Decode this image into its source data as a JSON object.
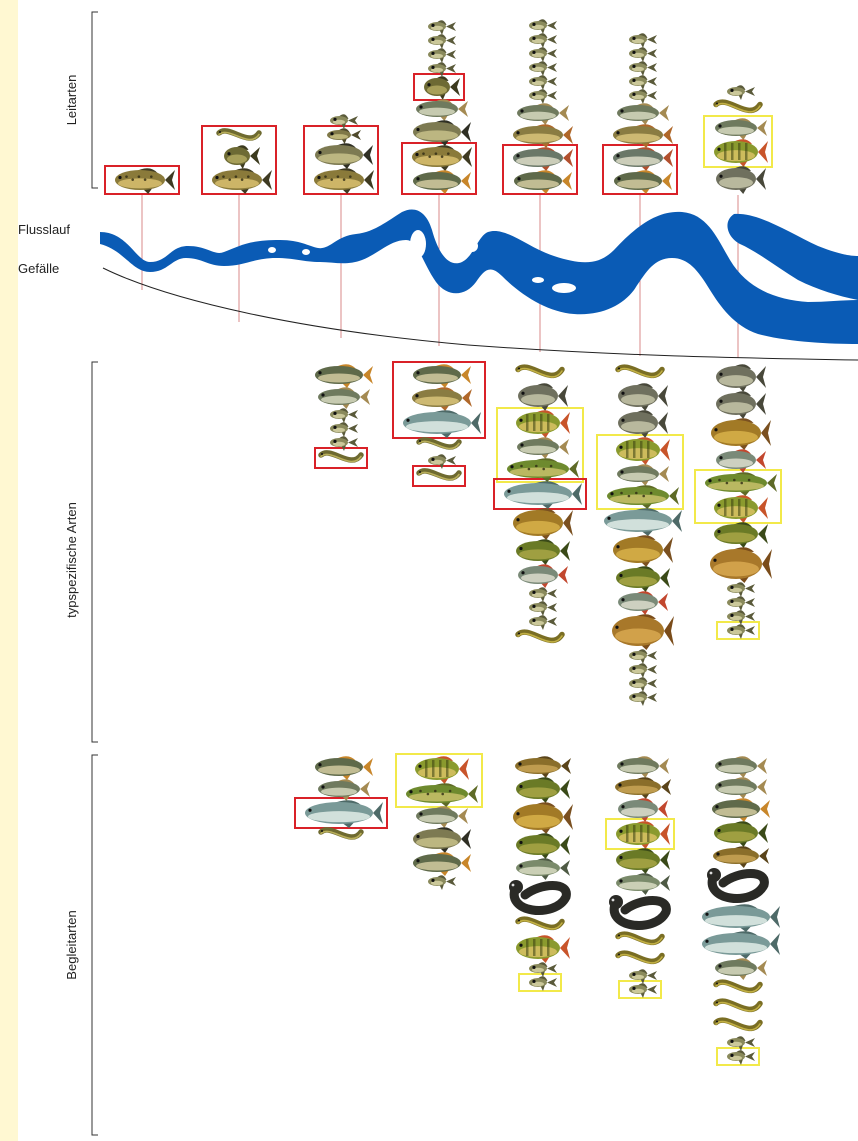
{
  "labels": {
    "leitarten": "Leitarten",
    "flusslauf": "Flusslauf",
    "gefaelle": "Gefälle",
    "typspezifisch": "typspezifische Arten",
    "begleitarten": "Begleitarten"
  },
  "colors": {
    "background": "#fff8d2",
    "panel": "#ffffff",
    "river": "#0a5bb5",
    "red_box": "#d92128",
    "yellow_box": "#f2e94a",
    "guide_line": "#d98a8a"
  },
  "zones": [
    {
      "zone": 1,
      "leitarten": [
        "brown-trout"
      ],
      "leitarten_boxes": [
        {
          "color": "red",
          "fish": [
            0
          ]
        }
      ],
      "typspezifisch": [],
      "typspezifisch_boxes": [],
      "begleitarten": [],
      "begleitarten_boxes": []
    },
    {
      "zone": 2,
      "leitarten": [
        "lamprey",
        "bullhead",
        "brown-trout"
      ],
      "leitarten_boxes": [
        {
          "color": "red",
          "fish": [
            0,
            1,
            2
          ]
        }
      ],
      "typspezifisch": [],
      "typspezifisch_boxes": [],
      "begleitarten": [],
      "begleitarten_boxes": []
    },
    {
      "zone": 3,
      "leitarten": [
        "minnow",
        "loach",
        "grayling",
        "brown-trout"
      ],
      "leitarten_boxes": [
        {
          "color": "red",
          "fish": [
            1,
            2,
            3
          ]
        }
      ],
      "typspezifisch": [
        "chub",
        "dace",
        "minnow",
        "minnow",
        "minnow",
        "lamprey"
      ],
      "typspezifisch_boxes": [
        {
          "color": "red",
          "fish": [
            5
          ]
        }
      ],
      "begleitarten": [
        "chub",
        "dace",
        "salmon",
        "lamprey"
      ],
      "begleitarten_boxes": [
        {
          "color": "red",
          "fish": [
            2
          ]
        }
      ]
    },
    {
      "zone": 4,
      "leitarten": [
        "minnow",
        "minnow",
        "minnow",
        "minnow",
        "bullhead",
        "dace",
        "grayling",
        "brown-trout",
        "chub"
      ],
      "leitarten_boxes": [
        {
          "color": "red",
          "fish": [
            4
          ]
        },
        {
          "color": "red",
          "fish": [
            7,
            8
          ]
        }
      ],
      "typspezifisch": [
        "chub",
        "barbel",
        "salmon",
        "lamprey",
        "minnow",
        "lamprey"
      ],
      "typspezifisch_boxes": [
        {
          "color": "red",
          "fish": [
            0,
            1,
            2
          ]
        },
        {
          "color": "red",
          "fish": [
            5
          ]
        }
      ],
      "begleitarten": [
        "perch",
        "pike",
        "dace",
        "grayling",
        "chub",
        "minnow"
      ],
      "begleitarten_boxes": [
        {
          "color": "yellow",
          "fish": [
            0,
            1
          ]
        }
      ]
    },
    {
      "zone": 5,
      "leitarten": [
        "minnow",
        "minnow",
        "minnow",
        "minnow",
        "minnow",
        "minnow",
        "dace",
        "barbel",
        "nase",
        "chub"
      ],
      "leitarten_boxes": [
        {
          "color": "red",
          "fish": [
            8,
            9
          ]
        }
      ],
      "typspezifisch": [
        "eel",
        "bream",
        "perch",
        "dace",
        "pike",
        "salmon",
        "carp",
        "tench",
        "roach",
        "minnow",
        "minnow",
        "minnow",
        "eel"
      ],
      "typspezifisch_boxes": [
        {
          "color": "yellow",
          "fish": [
            2,
            3,
            4
          ]
        },
        {
          "color": "red",
          "fish": [
            5
          ]
        }
      ],
      "begleitarten": [
        "burbot",
        "tench",
        "carp",
        "tench",
        "zander",
        "catfish",
        "eel",
        "perch",
        "minnow",
        "minnow"
      ],
      "begleitarten_boxes": [
        {
          "color": "yellow",
          "fish": [
            9
          ]
        }
      ]
    },
    {
      "zone": 6,
      "leitarten": [
        "minnow",
        "minnow",
        "minnow",
        "minnow",
        "minnow",
        "dace",
        "barbel",
        "nase",
        "chub"
      ],
      "leitarten_boxes": [
        {
          "color": "red",
          "fish": [
            7,
            8
          ]
        }
      ],
      "typspezifisch": [
        "eel",
        "bream",
        "bream",
        "perch",
        "dace",
        "pike",
        "salmon",
        "carp",
        "tench",
        "roach",
        "crucian",
        "minnow",
        "minnow",
        "minnow",
        "minnow"
      ],
      "typspezifisch_boxes": [
        {
          "color": "yellow",
          "fish": [
            3,
            4,
            5
          ]
        }
      ],
      "begleitarten": [
        "dace",
        "burbot",
        "roach",
        "perch",
        "tench",
        "zander",
        "catfish",
        "eel",
        "eel",
        "minnow",
        "minnow"
      ],
      "begleitarten_boxes": [
        {
          "color": "yellow",
          "fish": [
            3
          ]
        },
        {
          "color": "yellow",
          "fish": [
            10
          ]
        }
      ]
    },
    {
      "zone": 7,
      "leitarten": [
        "minnow",
        "eel",
        "dace",
        "perch",
        "bream"
      ],
      "leitarten_boxes": [
        {
          "color": "yellow",
          "fish": [
            2,
            3
          ]
        }
      ],
      "typspezifisch": [
        "bream",
        "bream",
        "carp",
        "roach",
        "pike",
        "perch",
        "tench",
        "crucian",
        "minnow",
        "minnow",
        "minnow",
        "minnow"
      ],
      "typspezifisch_boxes": [
        {
          "color": "yellow",
          "fish": [
            4,
            5
          ]
        },
        {
          "color": "yellow",
          "fish": [
            11
          ]
        }
      ],
      "begleitarten": [
        "dace",
        "dace",
        "chub",
        "tench",
        "burbot",
        "catfish",
        "salmon",
        "salmon",
        "dace",
        "eel",
        "eel",
        "eel",
        "minnow",
        "minnow"
      ],
      "begleitarten_boxes": [
        {
          "color": "yellow",
          "fish": [
            13
          ]
        }
      ]
    }
  ]
}
